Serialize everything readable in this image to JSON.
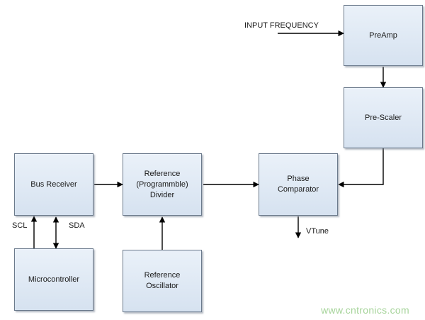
{
  "blocks": {
    "preamp": "PreAmp",
    "prescaler": "Pre-Scaler",
    "phase_comparator": "Phase\nComparator",
    "bus_receiver": "Bus Receiver",
    "ref_divider": "Reference\n(Programmble)\nDivider",
    "microcontroller": "Microcontroller",
    "ref_oscillator": "Reference\nOscillator"
  },
  "labels": {
    "input_frequency": "INPUT FREQUENCY",
    "scl": "SCL",
    "sda": "SDA",
    "vtune": "VTune"
  },
  "watermark": "www.cntronics.com"
}
